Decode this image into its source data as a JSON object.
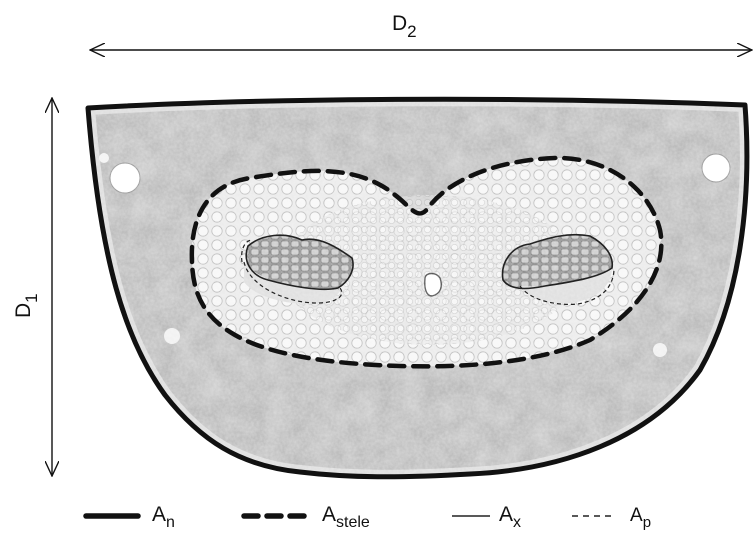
{
  "dimensions": {
    "width_label": {
      "main": "D",
      "sub": "2"
    },
    "height_label": {
      "main": "D",
      "sub": "1"
    }
  },
  "legend": [
    {
      "id": "An",
      "main": "A",
      "sub": "n",
      "line_style": "thick-solid"
    },
    {
      "id": "Astele",
      "main": "A",
      "sub": "stele",
      "line_style": "thick-dashed"
    },
    {
      "id": "Ax",
      "main": "A",
      "sub": "x",
      "line_style": "thin-solid"
    },
    {
      "id": "Ap",
      "main": "A",
      "sub": "p",
      "line_style": "thin-dashed"
    }
  ],
  "colors": {
    "ink": "#111111",
    "tissue_base": "#cfcfcf",
    "tissue_light": "#ececec",
    "tissue_dark": "#8f8f8f",
    "background": "#ffffff"
  }
}
